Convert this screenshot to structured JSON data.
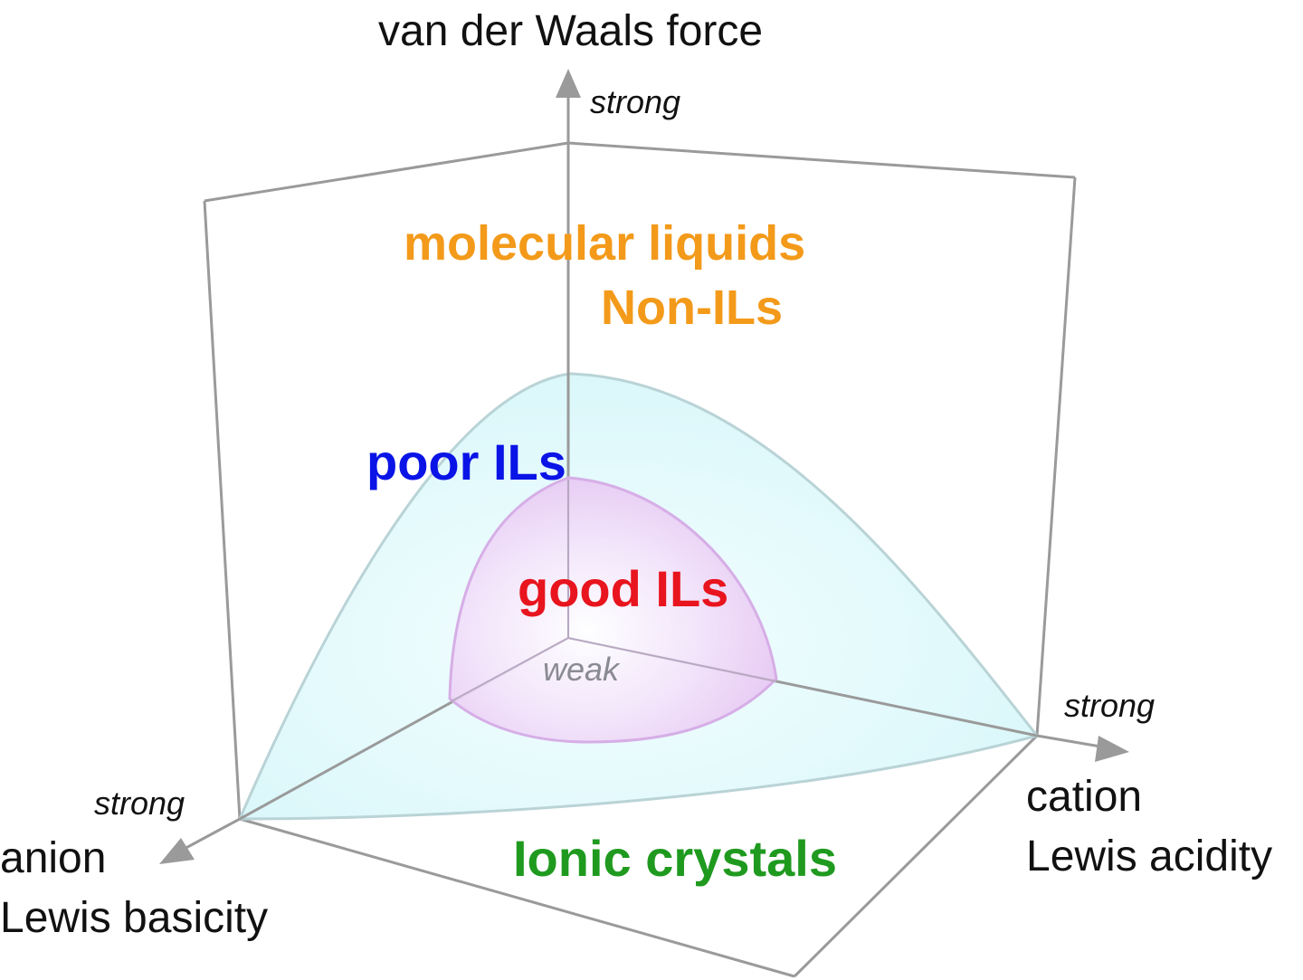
{
  "axes": {
    "vertical": {
      "title": "van der Waals force",
      "strong_label": "strong"
    },
    "cation": {
      "title_line1": "cation",
      "title_line2": "Lewis acidity",
      "strong_label": "strong"
    },
    "anion": {
      "title_line1": "anion",
      "title_line2": "Lewis basicity",
      "strong_label": "strong"
    },
    "origin_label": "weak"
  },
  "regions": {
    "molecular": {
      "line1": "molecular liquids",
      "line2": "Non-ILs",
      "color": "#f39a1a"
    },
    "poor": {
      "label": "poor ILs",
      "color": "#0a14e6",
      "fill": "#dffafb"
    },
    "good": {
      "label": "good ILs",
      "color": "#e8141e",
      "fill": "#eed4f6"
    },
    "ionic": {
      "label": "Ionic crystals",
      "color": "#1f9a1f"
    }
  },
  "colors": {
    "frame": "#9a9a9a",
    "arrow": "#9a9a9a",
    "text": "#111111",
    "weak_text": "#8a8a95"
  }
}
